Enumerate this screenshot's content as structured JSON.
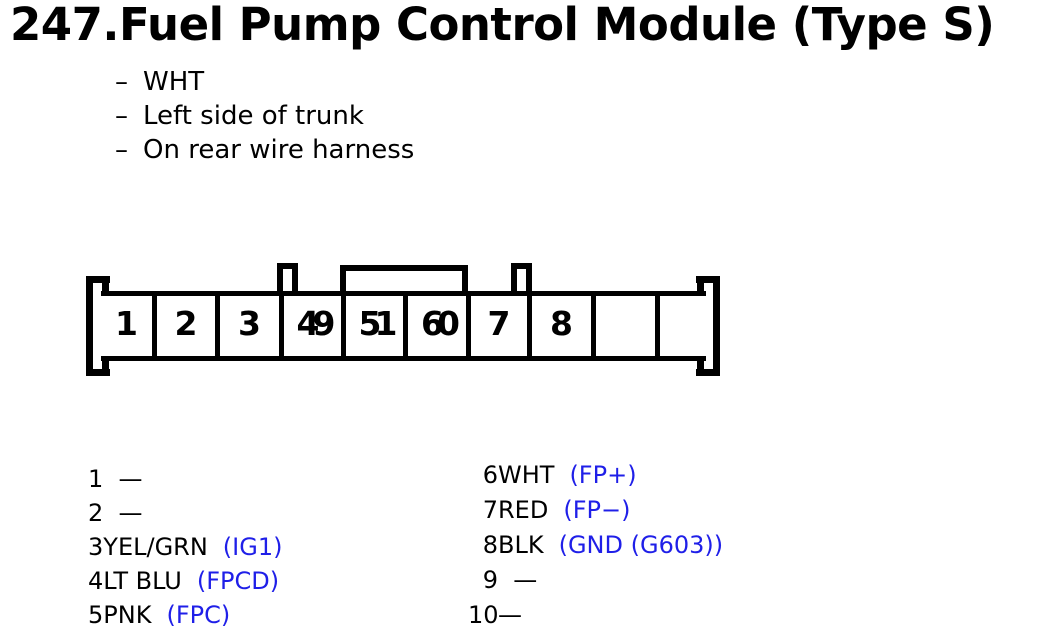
{
  "title": "247.Fuel Pump Control Module (Type S)",
  "bullet_char": "–",
  "notes": [
    "WHT",
    "Left side of trunk",
    "On rear wire harness"
  ],
  "connector": {
    "cells": [
      "1",
      "2",
      "3",
      "49",
      "51",
      "60",
      "7",
      "8",
      "",
      ""
    ]
  },
  "legend": {
    "left": [
      {
        "num": "1",
        "wire": "  —",
        "signal": ""
      },
      {
        "num": "2",
        "wire": "  —",
        "signal": ""
      },
      {
        "num": "3",
        "wire": "YEL/GRN",
        "signal": "(IG1)"
      },
      {
        "num": "4",
        "wire": "LT BLU",
        "signal": "(FPCD)"
      },
      {
        "num": "5",
        "wire": "PNK",
        "signal": "(FPC)"
      }
    ],
    "right": [
      {
        "num": "6",
        "wire": "WHT",
        "signal": "(FP+)"
      },
      {
        "num": "7",
        "wire": "RED",
        "signal": "(FP−)"
      },
      {
        "num": "8",
        "wire": "BLK",
        "signal": "(GND (G603))"
      },
      {
        "num": "9",
        "wire": "  —",
        "signal": ""
      },
      {
        "num": "10",
        "wire": "—",
        "signal": ""
      }
    ]
  },
  "colors": {
    "ink": "#000000",
    "signal_blue": "#1f1fe8",
    "background": "#ffffff"
  }
}
